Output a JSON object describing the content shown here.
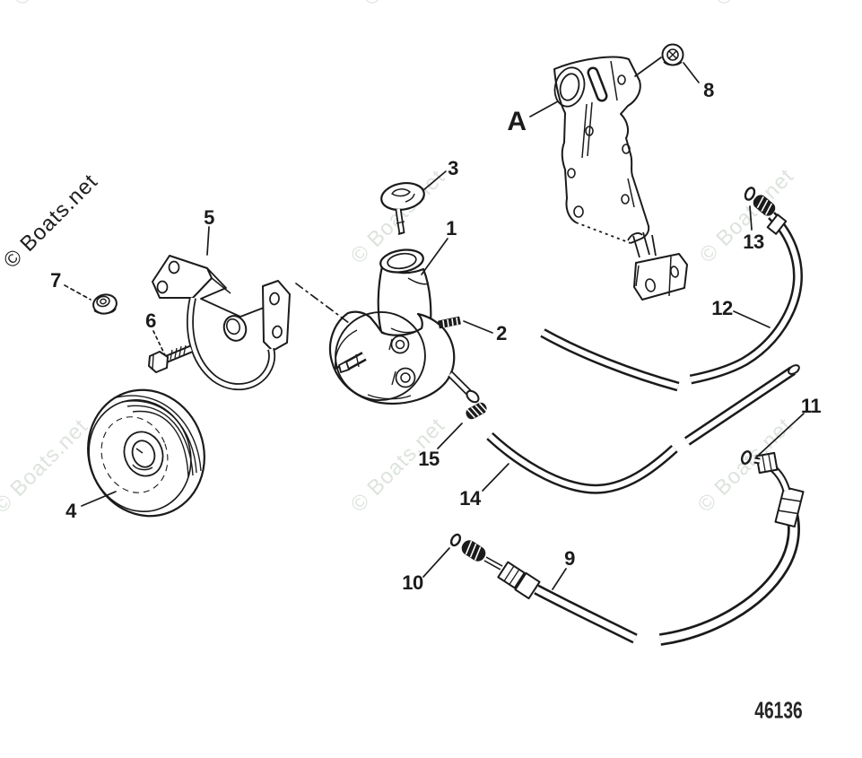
{
  "watermark": {
    "text": "© Boats.net",
    "light_color": "#dde3dd",
    "dark_color": "#1e1e1e"
  },
  "drawing_number": "46136",
  "callouts": {
    "a": "A",
    "n1": "1",
    "n2": "2",
    "n3": "3",
    "n4": "4",
    "n5": "5",
    "n6": "6",
    "n7": "7",
    "n8": "8",
    "n9": "9",
    "n10": "10",
    "n11": "11",
    "n12": "12",
    "n13": "13",
    "n14": "14",
    "n15": "15"
  }
}
